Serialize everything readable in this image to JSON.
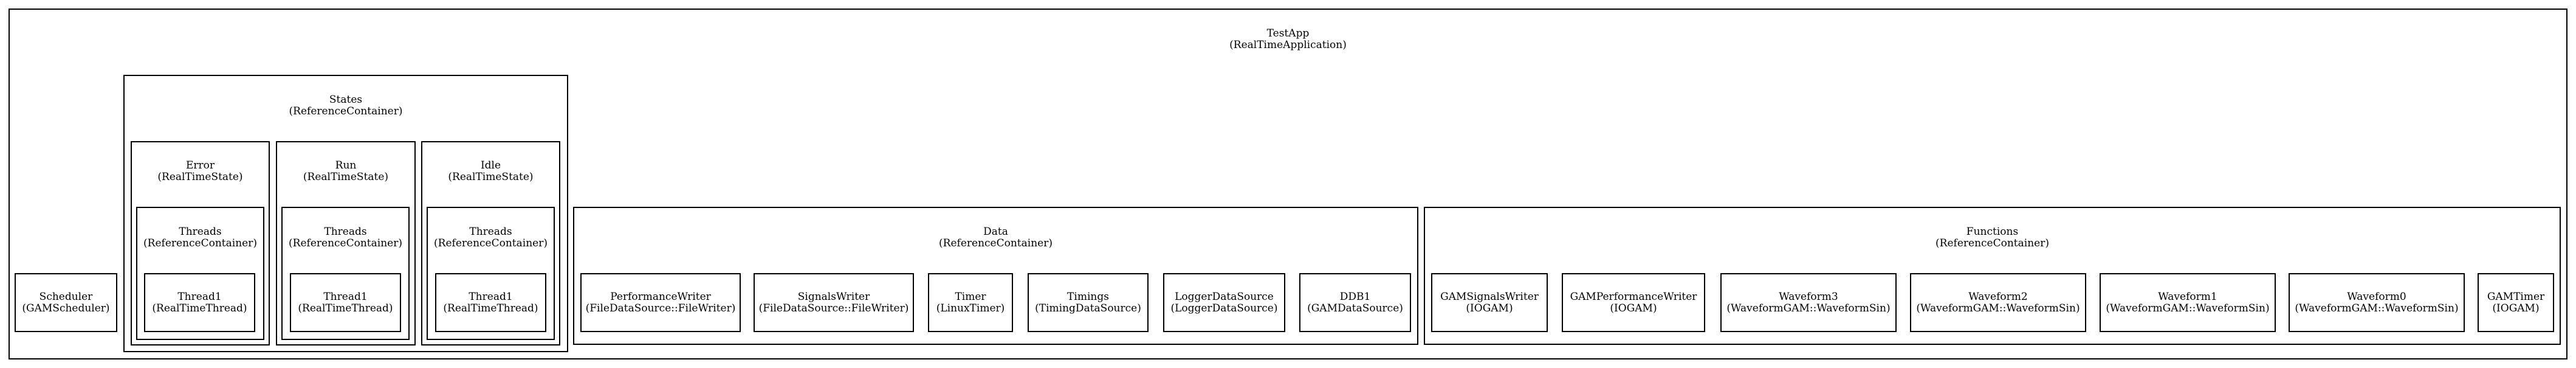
{
  "app": {
    "name": "TestApp",
    "type": "(RealTimeApplication)"
  },
  "scheduler": {
    "name": "Scheduler",
    "type": "(GAMScheduler)"
  },
  "states": {
    "name": "States",
    "type": "(ReferenceContainer)",
    "error": {
      "name": "Error",
      "type": "(RealTimeState)",
      "threads": {
        "name": "Threads",
        "type": "(ReferenceContainer)"
      },
      "thread": {
        "name": "Thread1",
        "type": "(RealTimeThread)"
      }
    },
    "run": {
      "name": "Run",
      "type": "(RealTimeState)",
      "threads": {
        "name": "Threads",
        "type": "(ReferenceContainer)"
      },
      "thread": {
        "name": "Thread1",
        "type": "(RealTimeThread)"
      }
    },
    "idle": {
      "name": "Idle",
      "type": "(RealTimeState)",
      "threads": {
        "name": "Threads",
        "type": "(ReferenceContainer)"
      },
      "thread": {
        "name": "Thread1",
        "type": "(RealTimeThread)"
      }
    }
  },
  "data": {
    "name": "Data",
    "type": "(ReferenceContainer)",
    "items": [
      {
        "name": "PerformanceWriter",
        "type": "(FileDataSource::FileWriter)"
      },
      {
        "name": "SignalsWriter",
        "type": "(FileDataSource::FileWriter)"
      },
      {
        "name": "Timer",
        "type": "(LinuxTimer)"
      },
      {
        "name": "Timings",
        "type": "(TimingDataSource)"
      },
      {
        "name": "LoggerDataSource",
        "type": "(LoggerDataSource)"
      },
      {
        "name": "DDB1",
        "type": "(GAMDataSource)"
      }
    ]
  },
  "functions": {
    "name": "Functions",
    "type": "(ReferenceContainer)",
    "items": [
      {
        "name": "GAMSignalsWriter",
        "type": "(IOGAM)"
      },
      {
        "name": "GAMPerformanceWriter",
        "type": "(IOGAM)"
      },
      {
        "name": "Waveform3",
        "type": "(WaveformGAM::WaveformSin)"
      },
      {
        "name": "Waveform2",
        "type": "(WaveformGAM::WaveformSin)"
      },
      {
        "name": "Waveform1",
        "type": "(WaveformGAM::WaveformSin)"
      },
      {
        "name": "Waveform0",
        "type": "(WaveformGAM::WaveformSin)"
      },
      {
        "name": "GAMTimer",
        "type": "(IOGAM)"
      }
    ]
  }
}
